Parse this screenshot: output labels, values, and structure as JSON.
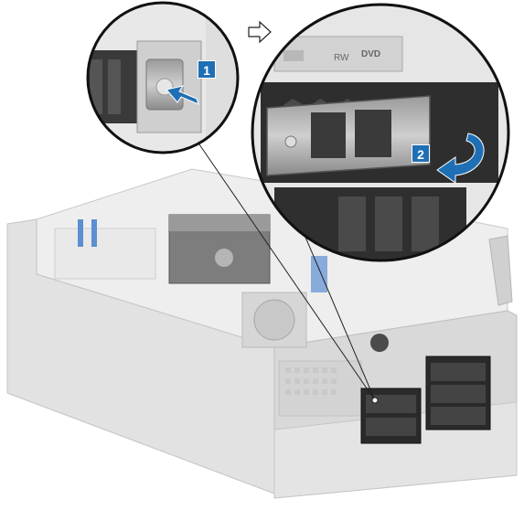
{
  "steps": [
    {
      "number": "1",
      "action": "press-release-button"
    },
    {
      "number": "2",
      "action": "pull-carrier-open"
    }
  ],
  "labels": {
    "optical_drive": "RW",
    "optical_logo": "DVD"
  },
  "colors": {
    "accent": "#1f6fb5",
    "chassis": "#e6e6e6",
    "outline": "#222222"
  },
  "icons": [
    "arrow-right-outline-icon",
    "press-arrow-icon",
    "curved-arrow-icon"
  ]
}
